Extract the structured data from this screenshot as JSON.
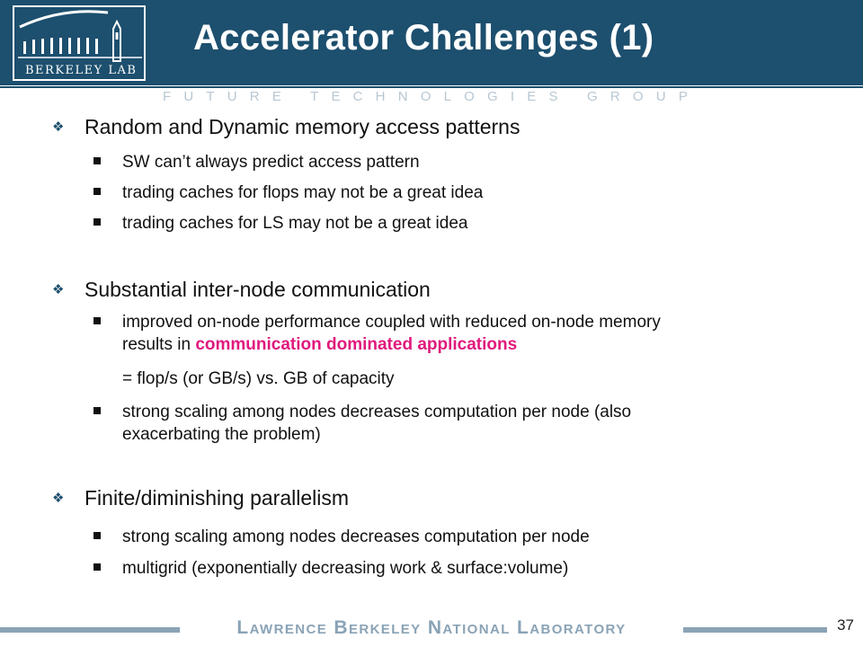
{
  "header": {
    "title": "Accelerator Challenges (1)",
    "logo_text": "Berkeley Lab",
    "group_name": "FUTURE TECHNOLOGIES GROUP"
  },
  "sections": [
    {
      "heading": "Random and Dynamic memory access patterns",
      "items": [
        "SW can’t always predict access pattern",
        "trading caches for flops may not be a great idea",
        "trading caches for LS may not be a great idea"
      ]
    },
    {
      "heading": "Substantial inter-node communication",
      "item1_line1": "improved on-node performance coupled with reduced on-node memory",
      "item1_line2_prefix": "results in ",
      "item1_highlight": "communication dominated applications",
      "equation": "= flop/s (or GB/s) vs. GB of capacity",
      "item2_line1": "strong scaling among nodes decreases computation per node (also",
      "item2_line2": "exacerbating the problem)"
    },
    {
      "heading": "Finite/diminishing parallelism",
      "items": [
        "strong scaling among nodes decreases computation per node",
        "multigrid (exponentially decreasing work & surface:volume)"
      ]
    }
  ],
  "footer": {
    "w1_cap": "L",
    "w1_rest": "AWRENCE",
    "w2_cap": "B",
    "w2_rest": "ERKELEY",
    "w3_cap": "N",
    "w3_rest": "ATIONAL",
    "w4_cap": "L",
    "w4_rest": "ABORATORY",
    "page_number": "37"
  },
  "colors": {
    "header_bg": "#1d4f6e",
    "highlight": "#e0197d",
    "footer_text": "#8aa3b6",
    "group_text": "#b8c7d2"
  }
}
